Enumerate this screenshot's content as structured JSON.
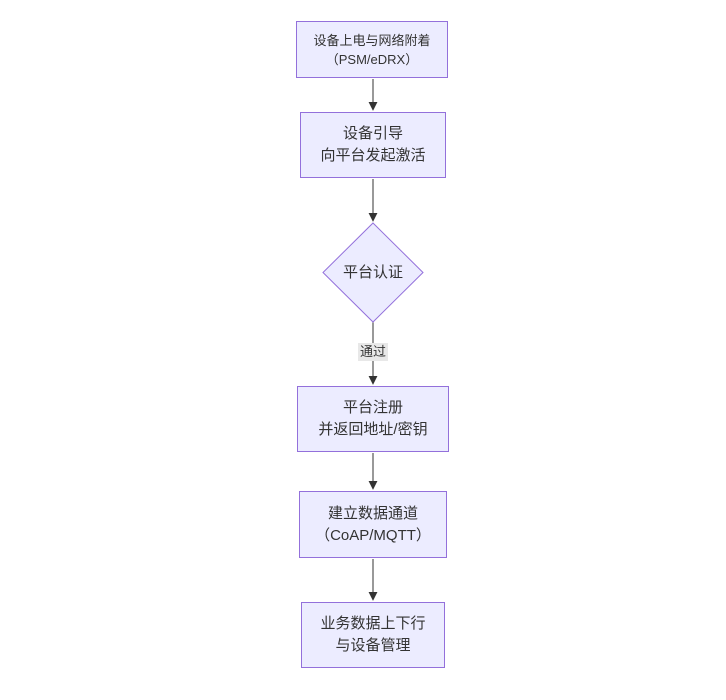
{
  "diagram": {
    "type": "flowchart",
    "direction": "top-down",
    "nodes": [
      {
        "id": "A",
        "shape": "rect",
        "lines": [
          "设备上电与网络附着",
          "（PSM/eDRX）"
        ]
      },
      {
        "id": "B",
        "shape": "rect",
        "lines": [
          "设备引导",
          "向平台发起激活"
        ]
      },
      {
        "id": "C",
        "shape": "diamond",
        "lines": [
          "平台认证"
        ]
      },
      {
        "id": "D",
        "shape": "rect",
        "lines": [
          "平台注册",
          "并返回地址/密钥"
        ]
      },
      {
        "id": "E",
        "shape": "rect",
        "lines": [
          "建立数据通道",
          "（CoAP/MQTT）"
        ]
      },
      {
        "id": "F",
        "shape": "rect",
        "lines": [
          "业务数据上下行",
          "与设备管理"
        ]
      }
    ],
    "edges": [
      {
        "from": "A",
        "to": "B",
        "label": ""
      },
      {
        "from": "B",
        "to": "C",
        "label": ""
      },
      {
        "from": "C",
        "to": "D",
        "label": "通过"
      },
      {
        "from": "D",
        "to": "E",
        "label": ""
      },
      {
        "from": "E",
        "to": "F",
        "label": ""
      }
    ],
    "colors": {
      "background": "#ffffff",
      "node_fill": "#ECECFF",
      "node_border": "#9370DB",
      "edge": "#333333",
      "text": "#333333",
      "edge_label_bg": "#e8e8e8"
    }
  }
}
